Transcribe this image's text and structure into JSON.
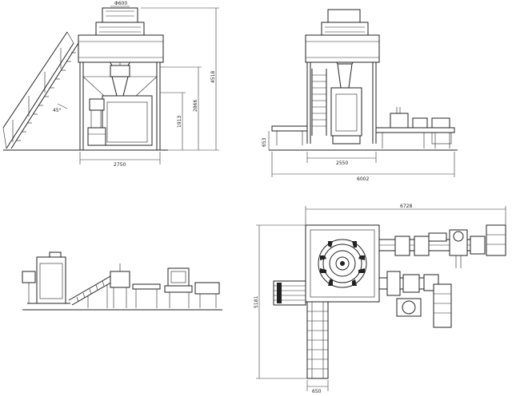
{
  "front_view": {
    "dims": {
      "hopper_width": "Φ600",
      "overall_width": "2750",
      "platform_height": "1913",
      "support_height": "2866",
      "total_height": "4518",
      "stair_angle": "45°"
    }
  },
  "side_view": {
    "dims": {
      "conveyor_height": "653",
      "machine_width": "2550",
      "line_length": "6002"
    }
  },
  "plan_view": {
    "dims": {
      "overall_length": "6728",
      "overall_width": "5181",
      "conveyor_width": "650"
    }
  }
}
